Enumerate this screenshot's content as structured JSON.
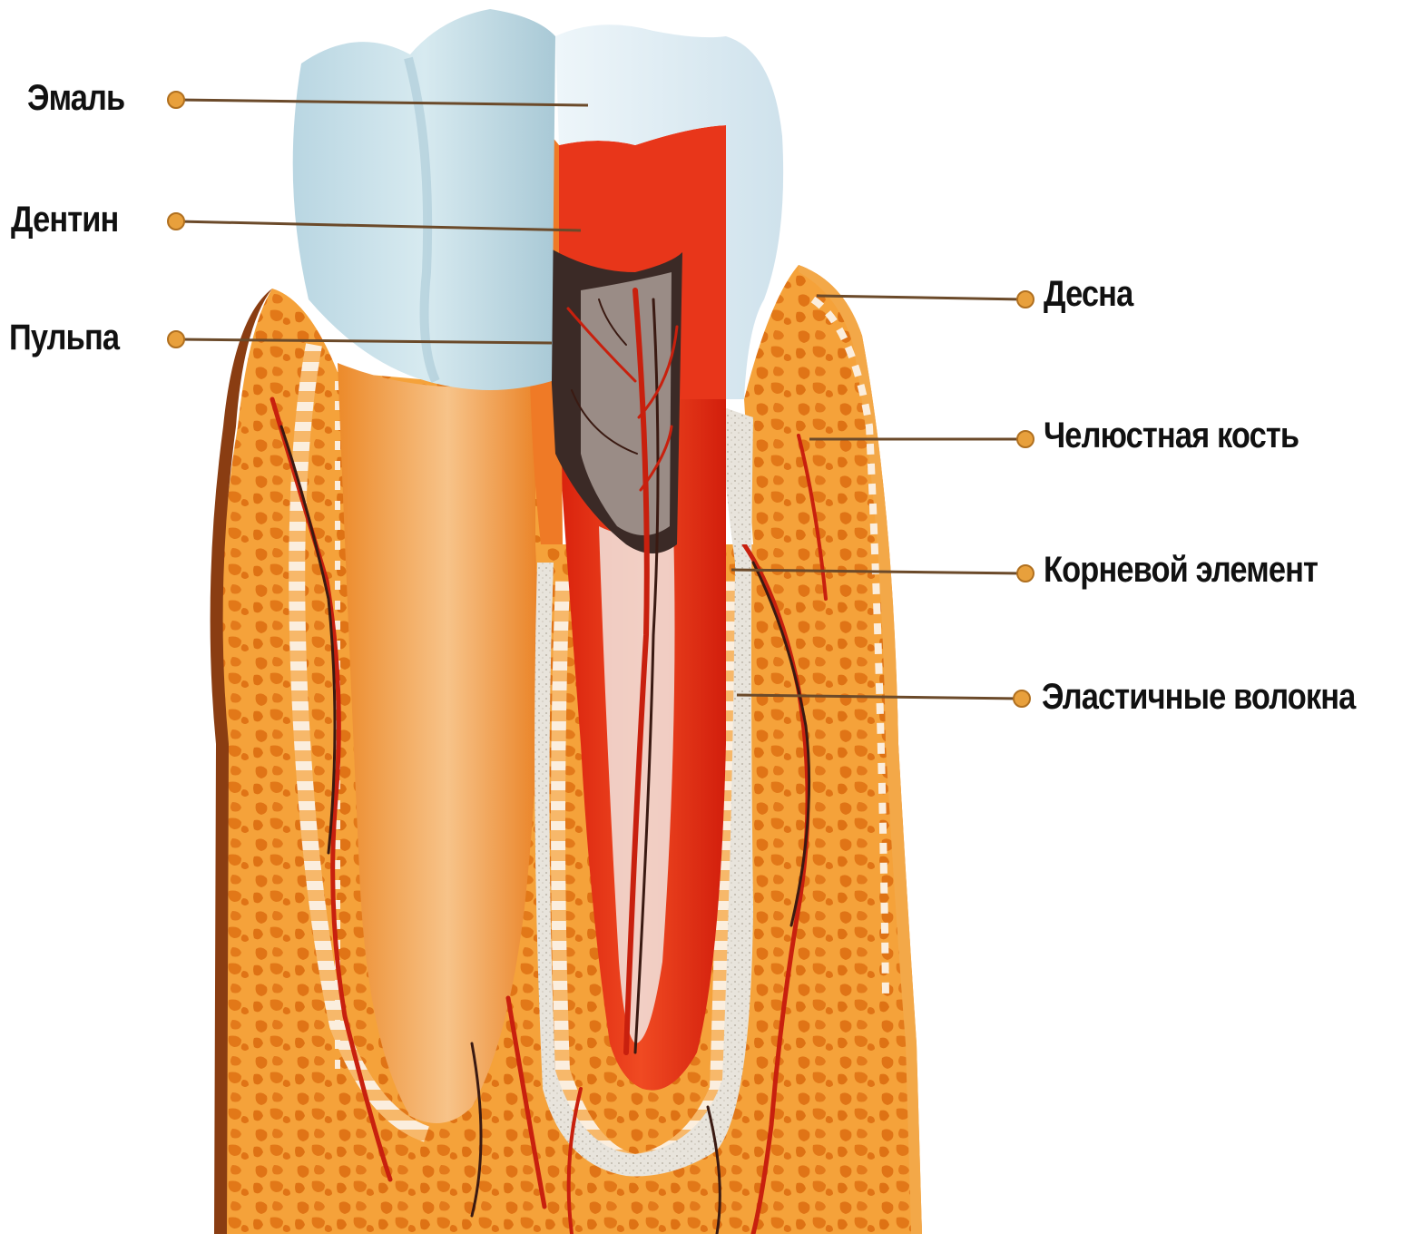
{
  "labels": {
    "enamel": "Эмаль",
    "dentin": "Дентин",
    "pulp": "Пульпа",
    "gum": "Десна",
    "jaw_bone": "Челюстная кость",
    "root_element": "Корневой элемент",
    "elastic_fibers": "Эластичные волокна"
  },
  "colors": {
    "enamel": "#cfe4ea",
    "dentin_left": "#f0922e",
    "dentin_right": "#e0321a",
    "bone": "#f4a43c",
    "bone_dark": "#e07a1a",
    "gum": "#f7b054",
    "leader_line": "#6b4a2a",
    "leader_dot": "#e8a03c",
    "vessel_red": "#c8200e",
    "vessel_dark": "#3a1a12"
  }
}
